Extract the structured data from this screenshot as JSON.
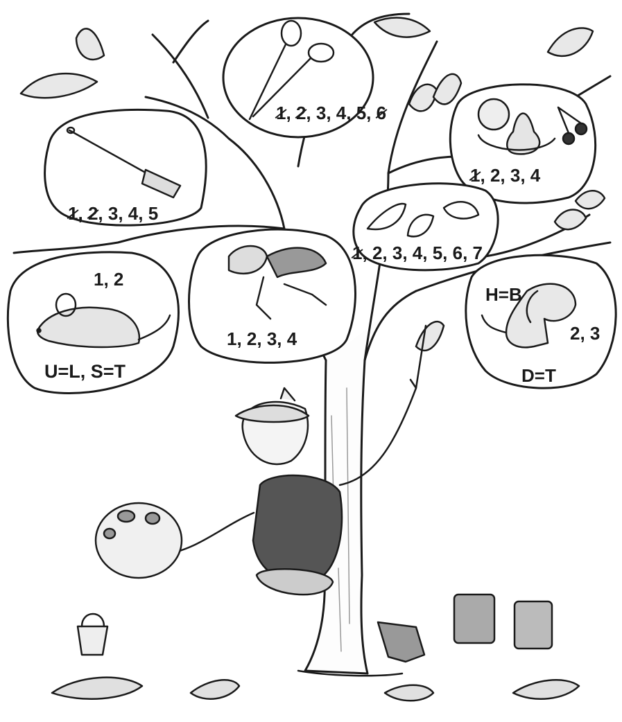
{
  "puzzles": {
    "scissors": {
      "hint": [
        {
          "t": "1",
          "x": true
        },
        {
          "t": ",",
          "x": false
        },
        {
          "t": "2",
          "x": true
        },
        {
          "t": ",",
          "x": false
        },
        {
          "t": "3,",
          "x": false
        },
        {
          "t": "4,",
          "x": false
        },
        {
          "t": "5,",
          "x": false
        },
        {
          "t": "6",
          "x": true
        }
      ]
    },
    "paddle": {
      "hint": [
        {
          "t": "1",
          "x": true
        },
        {
          "t": ",",
          "x": false
        },
        {
          "t": "2",
          "x": true
        },
        {
          "t": ",",
          "x": false
        },
        {
          "t": "3,",
          "x": false
        },
        {
          "t": "4,",
          "x": false
        },
        {
          "t": "5",
          "x": false
        }
      ]
    },
    "fruit": {
      "hint": [
        {
          "t": "1",
          "x": true
        },
        {
          "t": ",",
          "x": false
        },
        {
          "t": "2,",
          "x": false
        },
        {
          "t": "3,",
          "x": false
        },
        {
          "t": "4",
          "x": false
        }
      ]
    },
    "leaves": {
      "hint": [
        {
          "t": "1",
          "x": true
        },
        {
          "t": ",",
          "x": false
        },
        {
          "t": "2,",
          "x": false
        },
        {
          "t": "3,",
          "x": false
        },
        {
          "t": "4,",
          "x": false
        },
        {
          "t": "5,",
          "x": false
        },
        {
          "t": "6,",
          "x": false
        },
        {
          "t": "7",
          "x": false
        }
      ]
    },
    "mouse": {
      "top": "1, 2",
      "bottom": "U=L, S=T"
    },
    "runner": {
      "hint": "1, 2, 3, 4"
    },
    "dog": {
      "top": "H=B",
      "side": "2, 3",
      "bottom": "D=T"
    }
  },
  "ink_color": "#1a1a1a",
  "shade_color": "#8a8a8a"
}
